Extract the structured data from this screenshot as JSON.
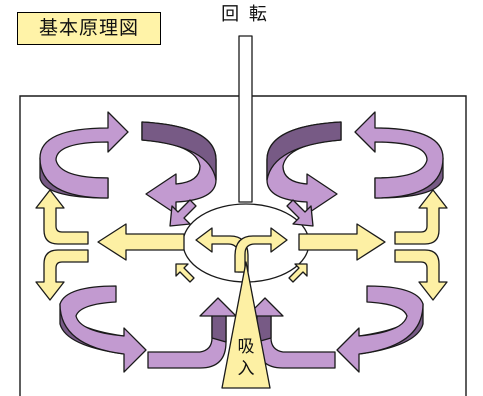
{
  "title": "基本原理図",
  "rotation_label": "回 転",
  "intake_label": [
    "吸",
    "入"
  ],
  "colors": {
    "swirl_top": "#c29ad0",
    "swirl_dark": "#775a85",
    "flow_arrow": "#fdf0a4",
    "title_bg": "#fff3a8",
    "outline": "#1a1a1a"
  },
  "icons": [
    "circular-swirl-arrow",
    "flow-arrow",
    "intake-cone"
  ]
}
